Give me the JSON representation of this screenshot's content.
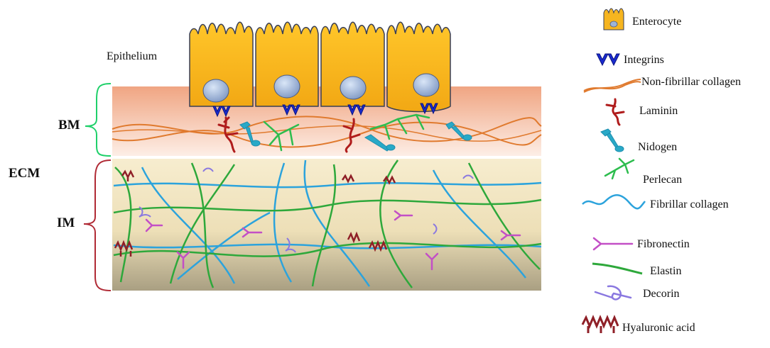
{
  "diagram": {
    "side_labels": {
      "ecm": "ECM",
      "bm": "BM",
      "im": "IM",
      "epithelium": "Epithelium"
    },
    "colors": {
      "enterocyte_fill": "#F6B520",
      "enterocyte_outline": "#3a3f55",
      "nucleus": "#9db4d8",
      "integrin": "#1a2bd0",
      "bm_band_top": "#f0a582",
      "bm_band_bottom": "#fde8dc",
      "im_band_top": "#f6ebcb",
      "im_band_bottom": "#a69d80",
      "non_fibrillar_collagen": "#e07a2e",
      "laminin": "#b01c1c",
      "nidogen": "#29a9c7",
      "perlecan": "#2dbd4e",
      "fibrillar_collagen": "#2ca3dc",
      "fibronectin": "#c34fc6",
      "elastin": "#2ea83b",
      "decorin": "#8a78e0",
      "hyaluronic_acid": "#8f1f27",
      "bm_brace": "#1fd06a",
      "im_brace": "#b02a35"
    },
    "legend": [
      {
        "icon": "enterocyte-icon",
        "label": "Enterocyte"
      },
      {
        "icon": "integrins-icon",
        "label": "Integrins"
      },
      {
        "icon": "non-fibrillar-collagen-icon",
        "label": "Non-fibrillar collagen"
      },
      {
        "icon": "laminin-icon",
        "label": "Laminin"
      },
      {
        "icon": "nidogen-icon",
        "label": "Nidogen"
      },
      {
        "icon": "perlecan-icon",
        "label": "Perlecan"
      },
      {
        "icon": "fibrillar-collagen-icon",
        "label": "Fibrillar collagen"
      },
      {
        "icon": "fibronectin-icon",
        "label": "Fibronectin"
      },
      {
        "icon": "elastin-icon",
        "label": "Elastin"
      },
      {
        "icon": "decorin-icon",
        "label": "Decorin"
      },
      {
        "icon": "hyaluronic-acid-icon",
        "label": "Hyaluronic acid"
      }
    ]
  }
}
